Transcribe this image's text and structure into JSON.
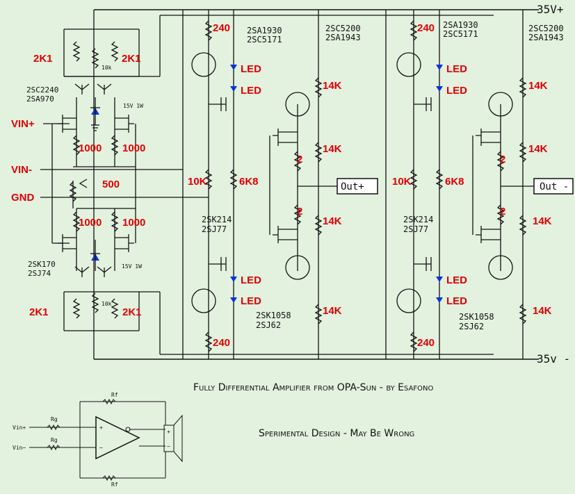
{
  "rails": {
    "positive": "35V+",
    "negative": "35v -"
  },
  "inputs": {
    "vin_plus": "VIN+",
    "vin_minus": "VIN-",
    "gnd": "GND"
  },
  "input_stage": {
    "r_2k1": "2K1",
    "r_10k_small": "10k",
    "q_top": [
      "2SC2240",
      "2SA970"
    ],
    "q_bottom": [
      "2SK170",
      "2SJ74"
    ],
    "zener": "15V 1W",
    "r_1000": "1000",
    "pot": "500"
  },
  "driver": {
    "r_240": "240",
    "q_top": [
      "2SA1930",
      "2SC5171"
    ],
    "q_bottom": [
      "2SK1058",
      "2SJ62"
    ],
    "mosfet": [
      "2SK214",
      "2SJ77"
    ],
    "led": "LED",
    "r_10k": "10K",
    "r_6k8": "6K8"
  },
  "output": {
    "q": [
      "2SC5200",
      "2SA1943"
    ],
    "r_14k": "14K",
    "r_2": "2",
    "out_plus": "Out+",
    "out_minus": "Out -"
  },
  "title": "Fully Differential Amplifier from OPA-Sun  - by Esafono",
  "subtitle": "Sperimental Design - May Be Wrong",
  "inset": {
    "vin_plus": "Vin+",
    "vin_minus": "Vin−",
    "rg": "Rg",
    "rf": "Rf",
    "plus": "+",
    "minus": "−"
  }
}
